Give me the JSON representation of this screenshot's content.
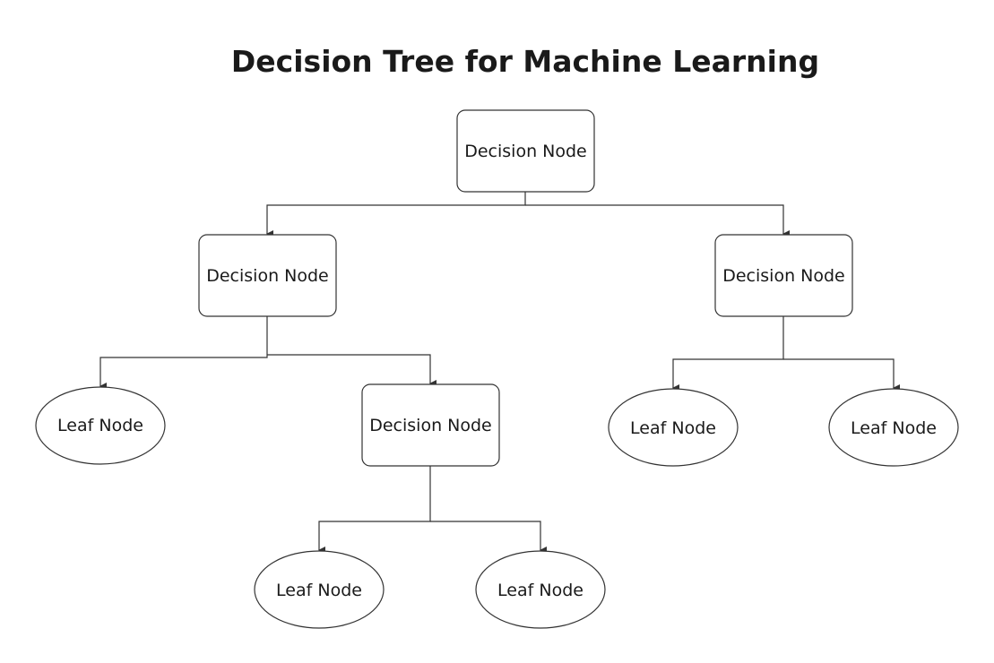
{
  "title": "Decision Tree for Machine Learning",
  "nodes": {
    "root": "Decision Node",
    "left_decision": "Decision Node",
    "right_decision": "Decision Node",
    "left_leaf": "Leaf Node",
    "middle_decision": "Decision Node",
    "right_leaf_1": "Leaf Node",
    "right_leaf_2": "Leaf Node",
    "bottom_leaf_1": "Leaf Node",
    "bottom_leaf_2": "Leaf Node"
  },
  "colors": {
    "stroke": "#333333",
    "text": "#1a1a1a",
    "background": "#ffffff"
  }
}
